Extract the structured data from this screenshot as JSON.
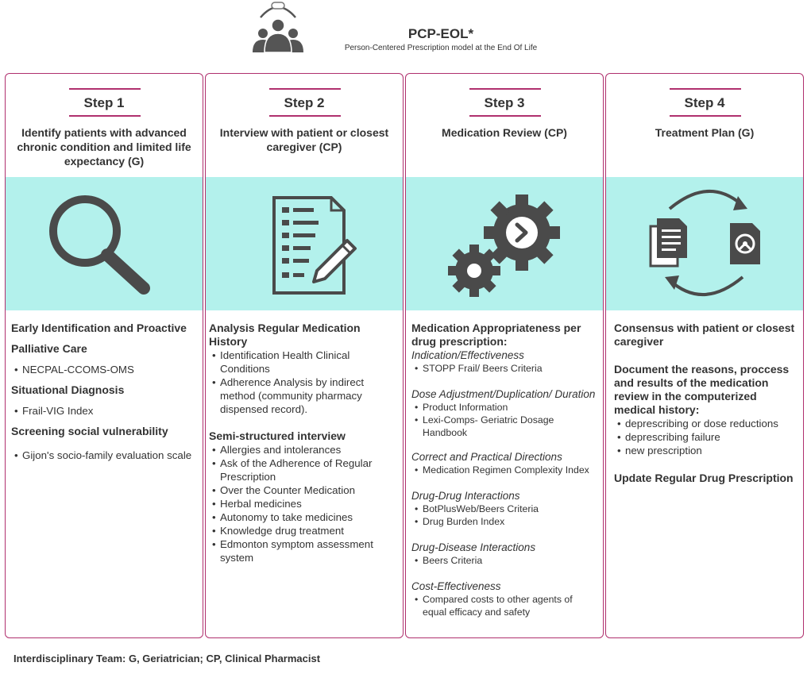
{
  "header": {
    "title": "PCP-EOL*",
    "subtitle": "Person-Centered Prescription model at the End Of Life"
  },
  "colors": {
    "accent": "#b0306e",
    "band": "#b3f1ec",
    "icon": "#4a4a4a"
  },
  "steps": [
    {
      "label": "Step 1",
      "heading": "Identify patients with advanced chronic condition and limited life expectancy (G)",
      "icon": "magnifier-icon",
      "s1": "Early Identification and Proactive",
      "s2": "Palliative Care",
      "s2_items": [
        "NECPAL-CCOMS-OMS"
      ],
      "s3": "Situational Diagnosis",
      "s3_items": [
        "Frail-VIG Index"
      ],
      "s4": "Screening social vulnerability",
      "s4_items": [
        "Gijon's socio-family evaluation scale"
      ]
    },
    {
      "label": "Step 2",
      "heading": "Interview with patient or closest caregiver (CP)",
      "icon": "clipboard-checklist-icon",
      "s1": "Analysis Regular Medication History",
      "s1_items": [
        "Identification Health Clinical Conditions",
        "Adherence Analysis by indirect method (community pharmacy dispensed record)."
      ],
      "s2": "Semi-structured interview",
      "s2_items": [
        "Allergies and intolerances",
        "Ask of the Adherence of Regular Prescription",
        "Over the Counter Medication",
        "Herbal medicines",
        "Autonomy to take medicines",
        "Knowledge drug treatment",
        "Edmonton symptom assessment system"
      ]
    },
    {
      "label": "Step 3",
      "heading": "Medication Review (CP)",
      "icon": "gears-icon",
      "s1": "Medication Appropriateness per drug prescription:",
      "groups": [
        {
          "title": "Indication/Effectiveness",
          "items": [
            "STOPP Frail/ Beers Criteria"
          ]
        },
        {
          "title": "Dose Adjustment/Duplication/ Duration",
          "items": [
            "Product Information",
            "Lexi-Comps- Geriatric Dosage Handbook"
          ]
        },
        {
          "title": "Correct and Practical Directions",
          "items": [
            "Medication Regimen Complexity Index"
          ]
        },
        {
          "title": "Drug-Drug Interactions",
          "items": [
            "BotPlusWeb/Beers Criteria",
            "Drug Burden Index"
          ]
        },
        {
          "title": "Drug-Disease Interactions",
          "items": [
            "Beers Criteria"
          ]
        },
        {
          "title": "Cost-Effectiveness",
          "items": [
            "Compared costs to other agents of equal efficacy and safety"
          ]
        }
      ]
    },
    {
      "label": "Step 4",
      "heading": "Treatment Plan (G)",
      "icon": "document-cycle-icon",
      "s1": "Consensus with patient or closest caregiver",
      "s2": "Document the reasons, proccess and results of the medication review in the computerized medical history:",
      "s2_items": [
        "deprescribing or dose reductions",
        "deprescribing failure",
        "new prescription"
      ],
      "s3": "Update Regular Drug Prescription"
    }
  ],
  "footer": "Interdisciplinary Team: G, Geriatrician; CP, Clinical Pharmacist"
}
